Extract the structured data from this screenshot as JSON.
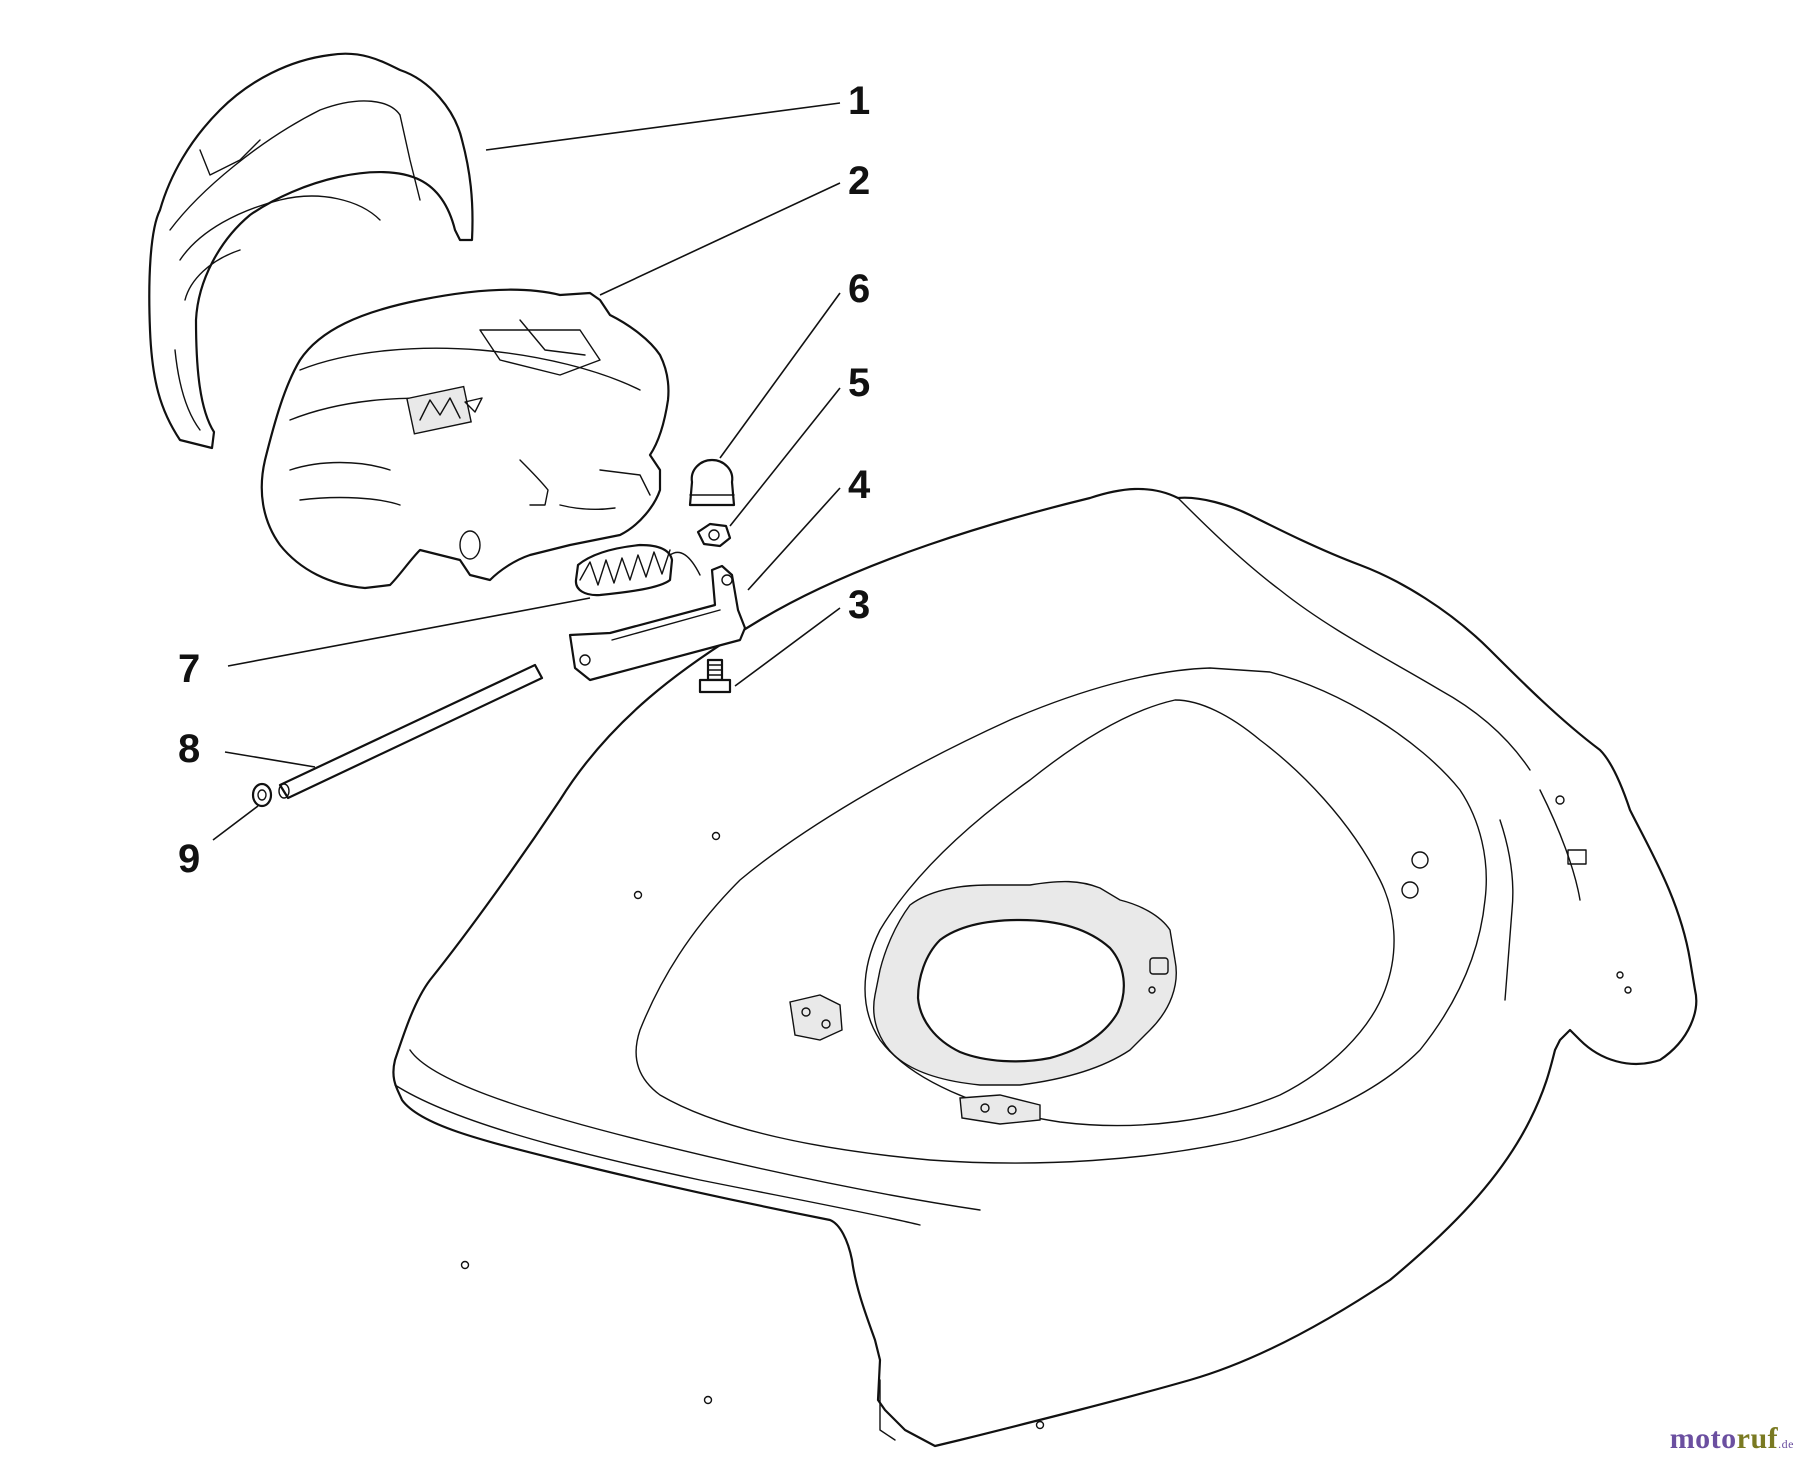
{
  "diagram": {
    "callouts": [
      {
        "id": "1",
        "label": "1"
      },
      {
        "id": "2",
        "label": "2"
      },
      {
        "id": "3",
        "label": "3"
      },
      {
        "id": "4",
        "label": "4"
      },
      {
        "id": "5",
        "label": "5"
      },
      {
        "id": "6",
        "label": "6"
      },
      {
        "id": "7",
        "label": "7"
      },
      {
        "id": "8",
        "label": "8"
      },
      {
        "id": "9",
        "label": "9"
      }
    ]
  },
  "watermark": {
    "part1": "moto",
    "part2": "ruf",
    "domain": ".de",
    "colors": {
      "primary": "#6b4fa0",
      "secondary": "#7a7a22"
    }
  }
}
